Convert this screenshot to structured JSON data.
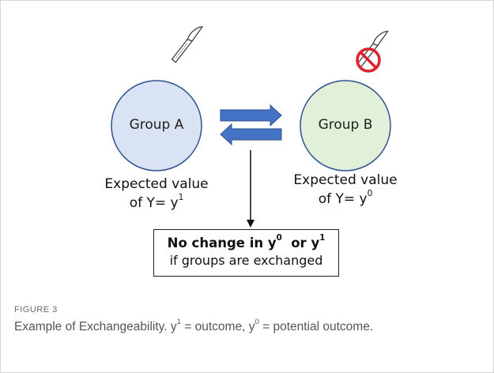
{
  "group_a": {
    "label": "Group A",
    "expected_line1": "Expected value",
    "expected_line2_prefix": "of Y= y",
    "expected_line2_sup": "1"
  },
  "group_b": {
    "label": "Group B",
    "expected_line1": "Expected value",
    "expected_line2_prefix": "of Y= y",
    "expected_line2_sup": "0"
  },
  "result_box": {
    "line1_a": "No change in y",
    "line1_sup_a": "0",
    "line1_b": "  or y",
    "line1_sup_b": "1",
    "line2": "if groups are exchanged"
  },
  "figure": {
    "label": "FIGURE 3",
    "caption_a": "Example of Exchangeability. y",
    "caption_sup_a": "1",
    "caption_b": " = outcome, y",
    "caption_sup_b": "0",
    "caption_c": " = potential outcome."
  },
  "colors": {
    "group_a_fill": "#dae3f3",
    "group_b_fill": "#e2f0d9",
    "circle_stroke": "#2f528f",
    "arrow_fill": "#4472c4",
    "arrow_stroke": "#2f528f",
    "no_sign_red": "#e0202a"
  },
  "icons": [
    "scalpel-icon",
    "no-scalpel-icon",
    "exchange-arrows-icon"
  ]
}
